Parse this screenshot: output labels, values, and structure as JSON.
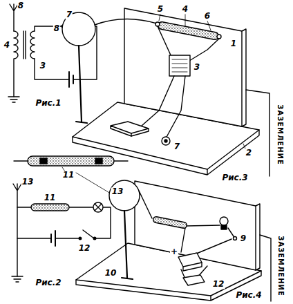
{
  "diagram": {
    "labels": [
      "8",
      "4",
      "3",
      "7",
      "Рис.1",
      "8",
      "5",
      "4",
      "6",
      "1",
      "3",
      "2",
      "7",
      "Рис.3",
      "ЗАЗЕМЛЕНИЕ",
      "11",
      "13",
      "11",
      "12",
      "Рис.2",
      "13",
      "9",
      "10",
      "12",
      "Рис.4",
      "ЗАЗЕМЛЕНИЕ",
      "+"
    ]
  }
}
